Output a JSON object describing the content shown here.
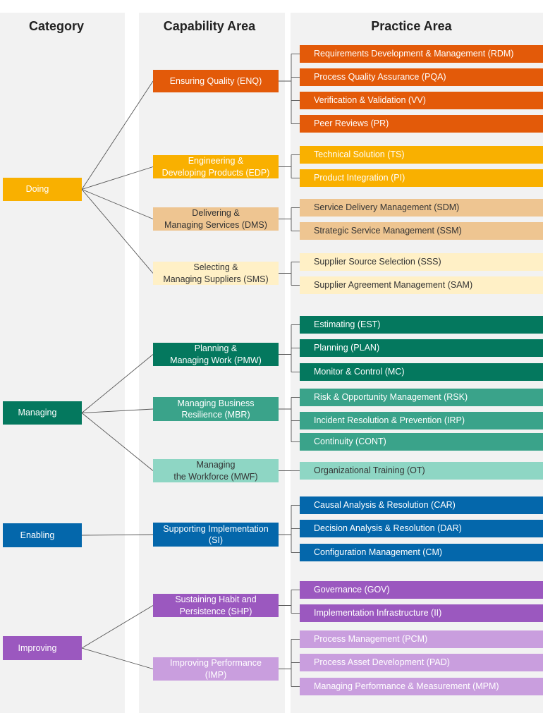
{
  "headers": {
    "category": "Category",
    "capability": "Capability Area",
    "practice": "Practice Area"
  },
  "colors": {
    "doing_enq": "#e35a09",
    "doing_edp": "#f9b000",
    "doing_dms": "#eec591",
    "doing_sms": "#fff0c6",
    "managing_pmw": "#04785e",
    "managing_mbr": "#3aa38a",
    "managing_mwf": "#8ed6c4",
    "enabling": "#0467ab",
    "improving_shp": "#9b58bf",
    "improving_imp": "#c99ede",
    "line": "#555555"
  },
  "categories": [
    {
      "label": "Doing",
      "color": "#f9b000",
      "text": "light"
    },
    {
      "label": "Managing",
      "color": "#04785e",
      "text": "light"
    },
    {
      "label": "Enabling",
      "color": "#0467ab",
      "text": "light"
    },
    {
      "label": "Improving",
      "color": "#9b58bf",
      "text": "light"
    }
  ],
  "capabilities": [
    {
      "label": "Ensuring Quality (ENQ)",
      "category": 0,
      "color": "#e35a09",
      "text": "light",
      "practices": [
        "Requirements Development & Management (RDM)",
        "Process Quality Assurance (PQA)",
        "Verification & Validation (VV)",
        "Peer Reviews (PR)"
      ]
    },
    {
      "label": "Engineering &\nDeveloping Products (EDP)",
      "category": 0,
      "color": "#f9b000",
      "text": "light",
      "practices": [
        "Technical Solution (TS)",
        "Product Integration (PI)"
      ]
    },
    {
      "label": "Delivering &\nManaging Services (DMS)",
      "category": 0,
      "color": "#eec591",
      "text": "dark",
      "practices": [
        "Service Delivery Management (SDM)",
        "Strategic Service Management (SSM)"
      ]
    },
    {
      "label": "Selecting &\nManaging Suppliers (SMS)",
      "category": 0,
      "color": "#fff0c6",
      "text": "dark",
      "practices": [
        "Supplier Source Selection (SSS)",
        "Supplier Agreement Management (SAM)"
      ]
    },
    {
      "label": "Planning &\nManaging Work (PMW)",
      "category": 1,
      "color": "#04785e",
      "text": "light",
      "practices": [
        "Estimating (EST)",
        "Planning (PLAN)",
        "Monitor & Control (MC)"
      ]
    },
    {
      "label": "Managing Business\nResilience (MBR)",
      "category": 1,
      "color": "#3aa38a",
      "text": "light",
      "practices": [
        "Risk & Opportunity Management (RSK)",
        "Incident Resolution & Prevention (IRP)",
        "Continuity (CONT)"
      ]
    },
    {
      "label": "Managing\nthe Workforce (MWF)",
      "category": 1,
      "color": "#8ed6c4",
      "text": "dark",
      "practices": [
        "Organizational Training (OT)"
      ]
    },
    {
      "label": "Supporting Implementation\n(SI)",
      "category": 2,
      "color": "#0467ab",
      "text": "light",
      "practices": [
        "Causal Analysis & Resolution (CAR)",
        "Decision Analysis & Resolution (DAR)",
        "Configuration Management (CM)"
      ]
    },
    {
      "label": "Sustaining Habit and\nPersistence (SHP)",
      "category": 3,
      "color": "#9b58bf",
      "text": "light",
      "practices": [
        "Governance (GOV)",
        "Implementation Infrastructure (II)"
      ]
    },
    {
      "label": "Improving Performance\n(IMP)",
      "category": 3,
      "color": "#c99ede",
      "text": "light",
      "practices": [
        "Process Management (PCM)",
        "Process Asset Development (PAD)",
        "Managing Performance & Measurement (MPM)"
      ]
    }
  ]
}
